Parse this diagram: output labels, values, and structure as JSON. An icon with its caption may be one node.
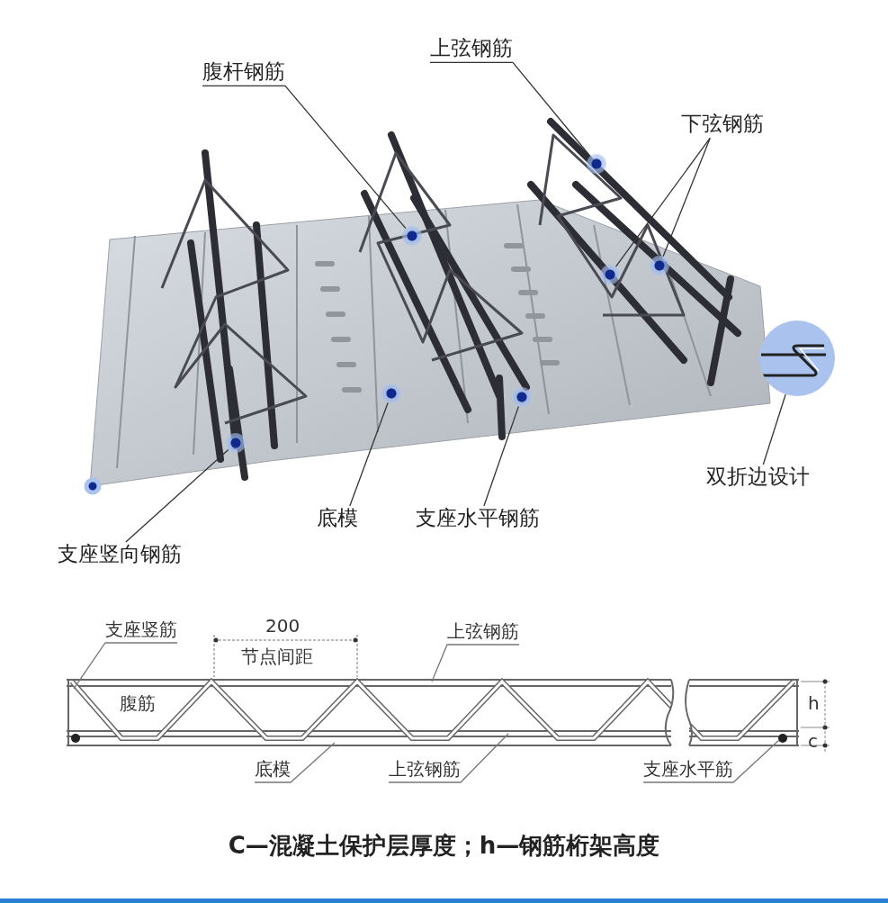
{
  "diagram": {
    "caption": "C—混凝土保护层厚度；h—钢筋桁架高度",
    "nodes": [
      {
        "text": [
          "上弦钢筋"
        ]
      },
      {
        "text": [],
        "shape": "circle"
      },
      {
        "text": [
          "腹杆钢筋"
        ]
      },
      {
        "text": [],
        "shape": "circle"
      },
      {
        "text": [
          "下弦钢筋"
        ]
      },
      {
        "text": [],
        "shape": "circle"
      },
      {
        "text": [],
        "shape": "circle"
      },
      {
        "text": [
          "双折边设计"
        ]
      },
      {
        "text": [],
        "shape": "picture"
      },
      {
        "text": [
          "底模"
        ]
      },
      {
        "text": [],
        "shape": "circle"
      },
      {
        "text": [
          "支座水平钢筋"
        ]
      },
      {
        "text": [],
        "shape": "circle"
      },
      {
        "text": [
          "支座竖向钢筋"
        ]
      },
      {
        "text": [],
        "shape": "circle"
      },
      {
        "text": [
          "支座竖筋"
        ]
      },
      {
        "text": [
          "上弦钢筋"
        ]
      },
      {
        "text": [
          "底模"
        ]
      },
      {
        "text": [
          "上弦钢筋"
        ]
      },
      {
        "text": [
          "支座水平筋"
        ]
      }
    ],
    "edges": [
      {
        "from": 0,
        "to": 1,
        "arrow": "none"
      },
      {
        "from": 2,
        "to": 3,
        "arrow": "none"
      },
      {
        "from": 4,
        "to": 5,
        "arrow": "none"
      },
      {
        "from": 4,
        "to": 6,
        "arrow": "none"
      },
      {
        "from": 7,
        "to": 8,
        "arrow": "none"
      },
      {
        "from": 9,
        "to": 10,
        "arrow": "none"
      },
      {
        "from": 11,
        "to": 12,
        "arrow": "none"
      },
      {
        "from": 13,
        "to": 14,
        "arrow": "none"
      },
      {
        "from": 15,
        "to": null,
        "arrow": "none"
      },
      {
        "from": 16,
        "to": null,
        "arrow": "none"
      },
      {
        "from": 17,
        "to": null,
        "arrow": "none"
      },
      {
        "from": 18,
        "to": null,
        "arrow": "none"
      },
      {
        "from": 19,
        "to": null,
        "arrow": "none"
      }
    ],
    "labels": [
      "200",
      "节点间距",
      "腹筋",
      "h",
      "c"
    ]
  }
}
